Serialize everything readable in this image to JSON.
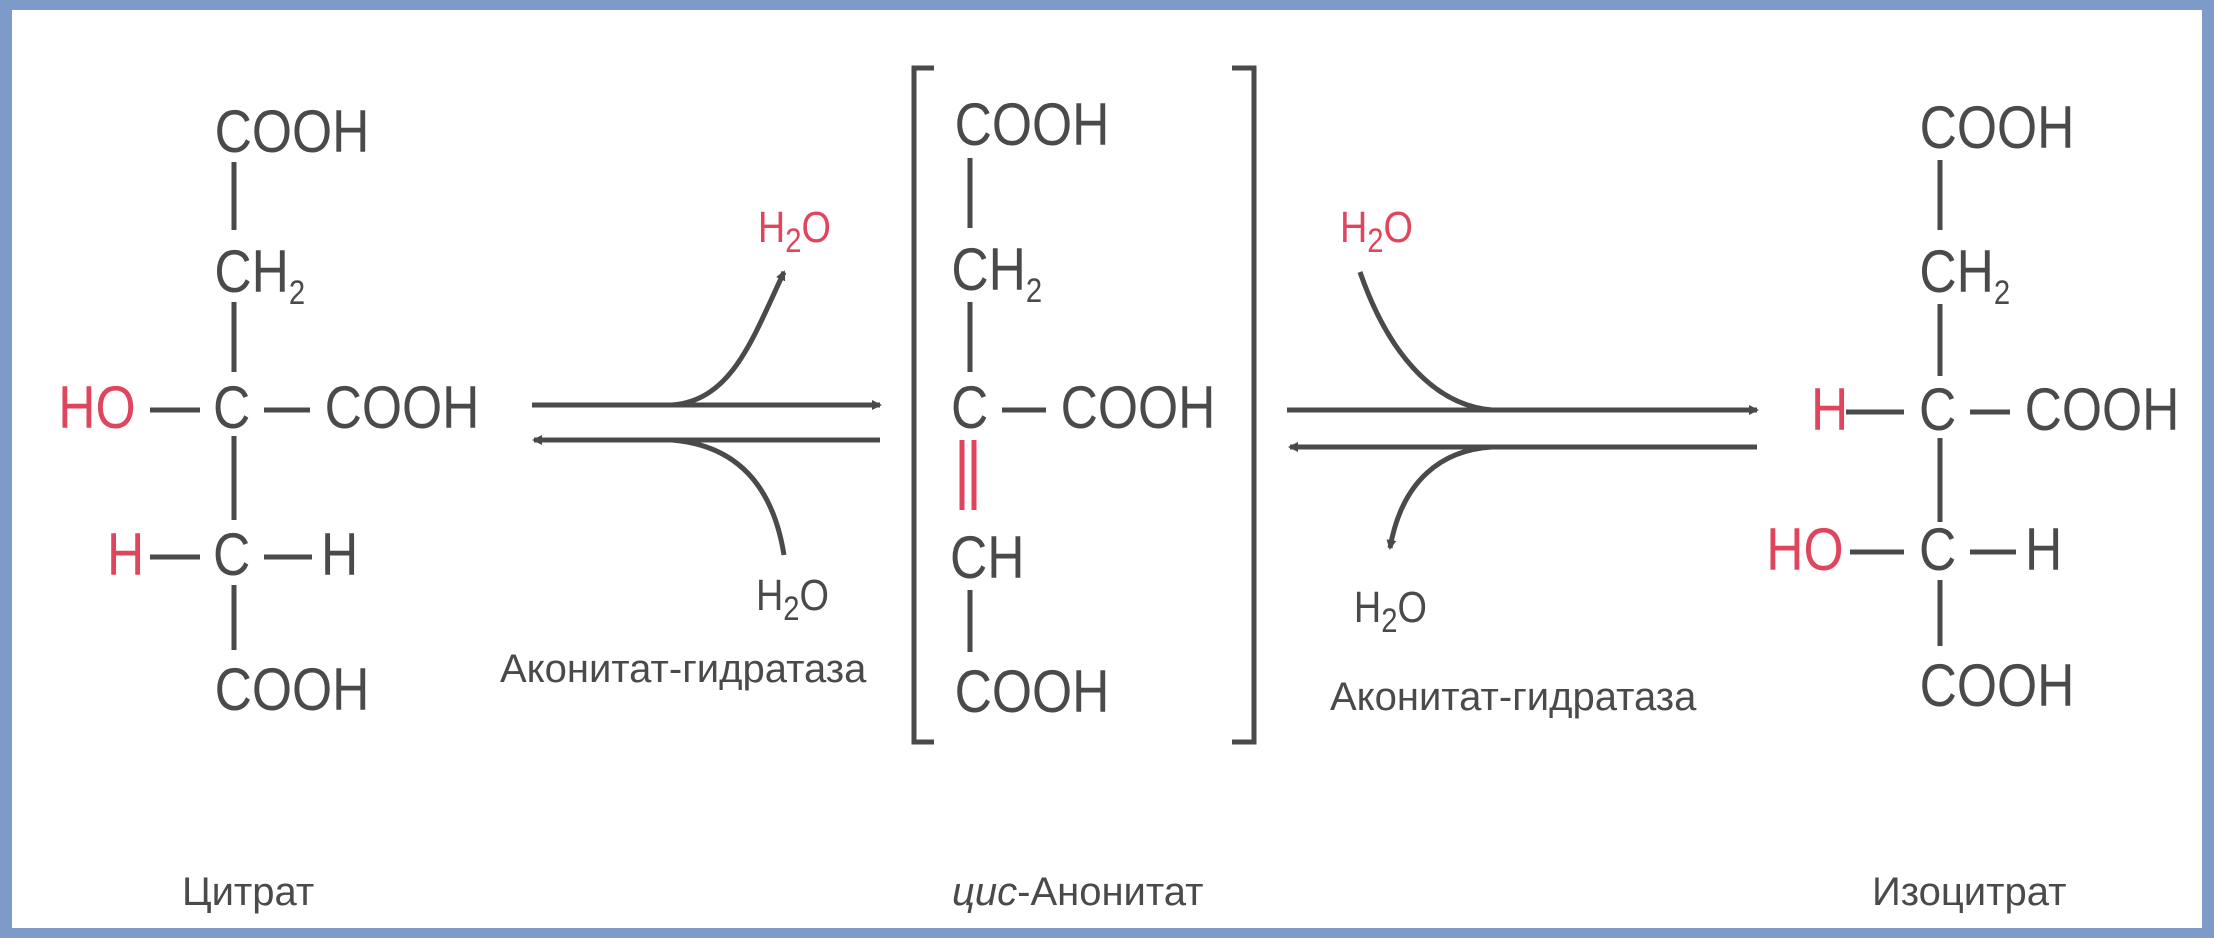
{
  "reaction": {
    "enzyme_1": "Аконитат-гидратаза",
    "enzyme_2": "Аконитат-гидратаза",
    "water": "H",
    "water_sub": "2",
    "water_o": "O"
  },
  "citrate": {
    "name": "Цитрат",
    "top": "COOH",
    "ch2": "CH",
    "ch2_sub": "2",
    "ho": "HO",
    "c": "C",
    "cooh": "COOH",
    "h_left": "H",
    "h_right": "H",
    "bottom": "COOH"
  },
  "cis_aconitate": {
    "name_italic": "цис",
    "name_rest": "-Анонитат",
    "top": "COOH",
    "ch2": "CH",
    "ch2_sub": "2",
    "c": "C",
    "cooh": "COOH",
    "ch": "CH",
    "bottom": "COOH"
  },
  "isocitrate": {
    "name": "Изоцитрат",
    "top": "COOH",
    "ch2": "CH",
    "ch2_sub": "2",
    "h_left": "H",
    "c": "C",
    "cooh": "COOH",
    "ho": "HO",
    "h_right": "H",
    "bottom": "COOH"
  },
  "colors": {
    "text": "#4a4a4a",
    "highlight": "#e0455e",
    "border": "#7d9ac9"
  }
}
